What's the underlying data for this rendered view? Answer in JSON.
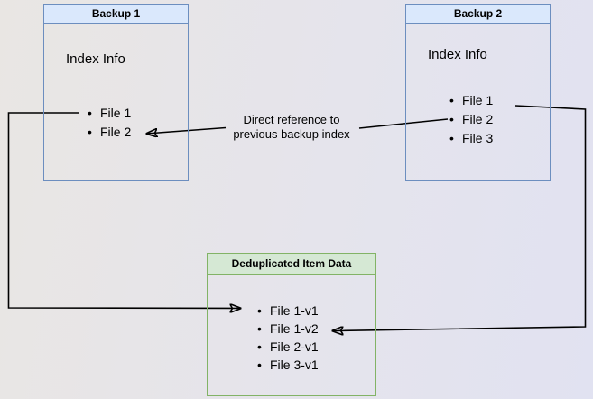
{
  "diagram": {
    "backup1": {
      "title": "Backup 1",
      "section_label": "Index Info",
      "items": [
        "File 1",
        "File 2"
      ]
    },
    "backup2": {
      "title": "Backup 2",
      "section_label": "Index Info",
      "items": [
        "File 1",
        "File 2",
        "File 3"
      ]
    },
    "dedup": {
      "title": "Deduplicated Item Data",
      "items": [
        "File 1-v1",
        "File 1-v2",
        "File 2-v1",
        "File 3-v1"
      ]
    },
    "annotation": {
      "line1": "Direct reference to",
      "line2": "previous backup index"
    },
    "colors": {
      "blue_node_border": "#6c8ebf",
      "blue_node_header": "#dae8fc",
      "green_node_border": "#82b366",
      "green_node_header": "#d5e8d4",
      "arrow": "#000000"
    }
  }
}
